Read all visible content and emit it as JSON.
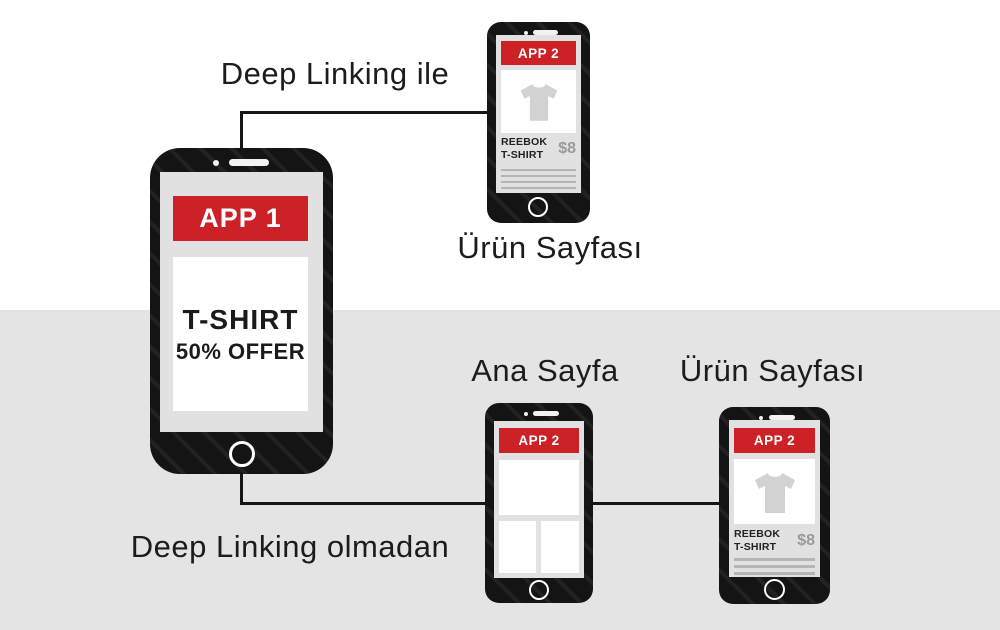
{
  "background": {
    "top_color": "#ffffff",
    "bottom_color": "#e4e4e4"
  },
  "colors": {
    "accent_red": "#cb2127",
    "phone_body": "#141414",
    "screen_gray": "#e1e1e1",
    "placeholder_gray": "#b5b5b5",
    "price_gray": "#9a9a9a",
    "text_dark": "#1c1c1c"
  },
  "captions": {
    "with_deep_linking": "Deep Linking ile",
    "without_deep_linking": "Deep Linking olmadan",
    "product_page_top": "Ürün Sayfası",
    "home_page": "Ana Sayfa",
    "product_page_bottom": "Ürün Sayfası"
  },
  "app1_phone": {
    "banner": "APP 1",
    "offer_title": "T-SHIRT",
    "offer_subtitle": "50% OFFER"
  },
  "product_phone_top": {
    "banner": "APP 2",
    "product_line1": "REEBOK",
    "product_line2": "T-SHIRT",
    "price": "$8"
  },
  "home_phone": {
    "banner": "APP 2"
  },
  "product_phone_bottom": {
    "banner": "APP 2",
    "product_line1": "REEBOK",
    "product_line2": "T-SHIRT",
    "price": "$8"
  }
}
